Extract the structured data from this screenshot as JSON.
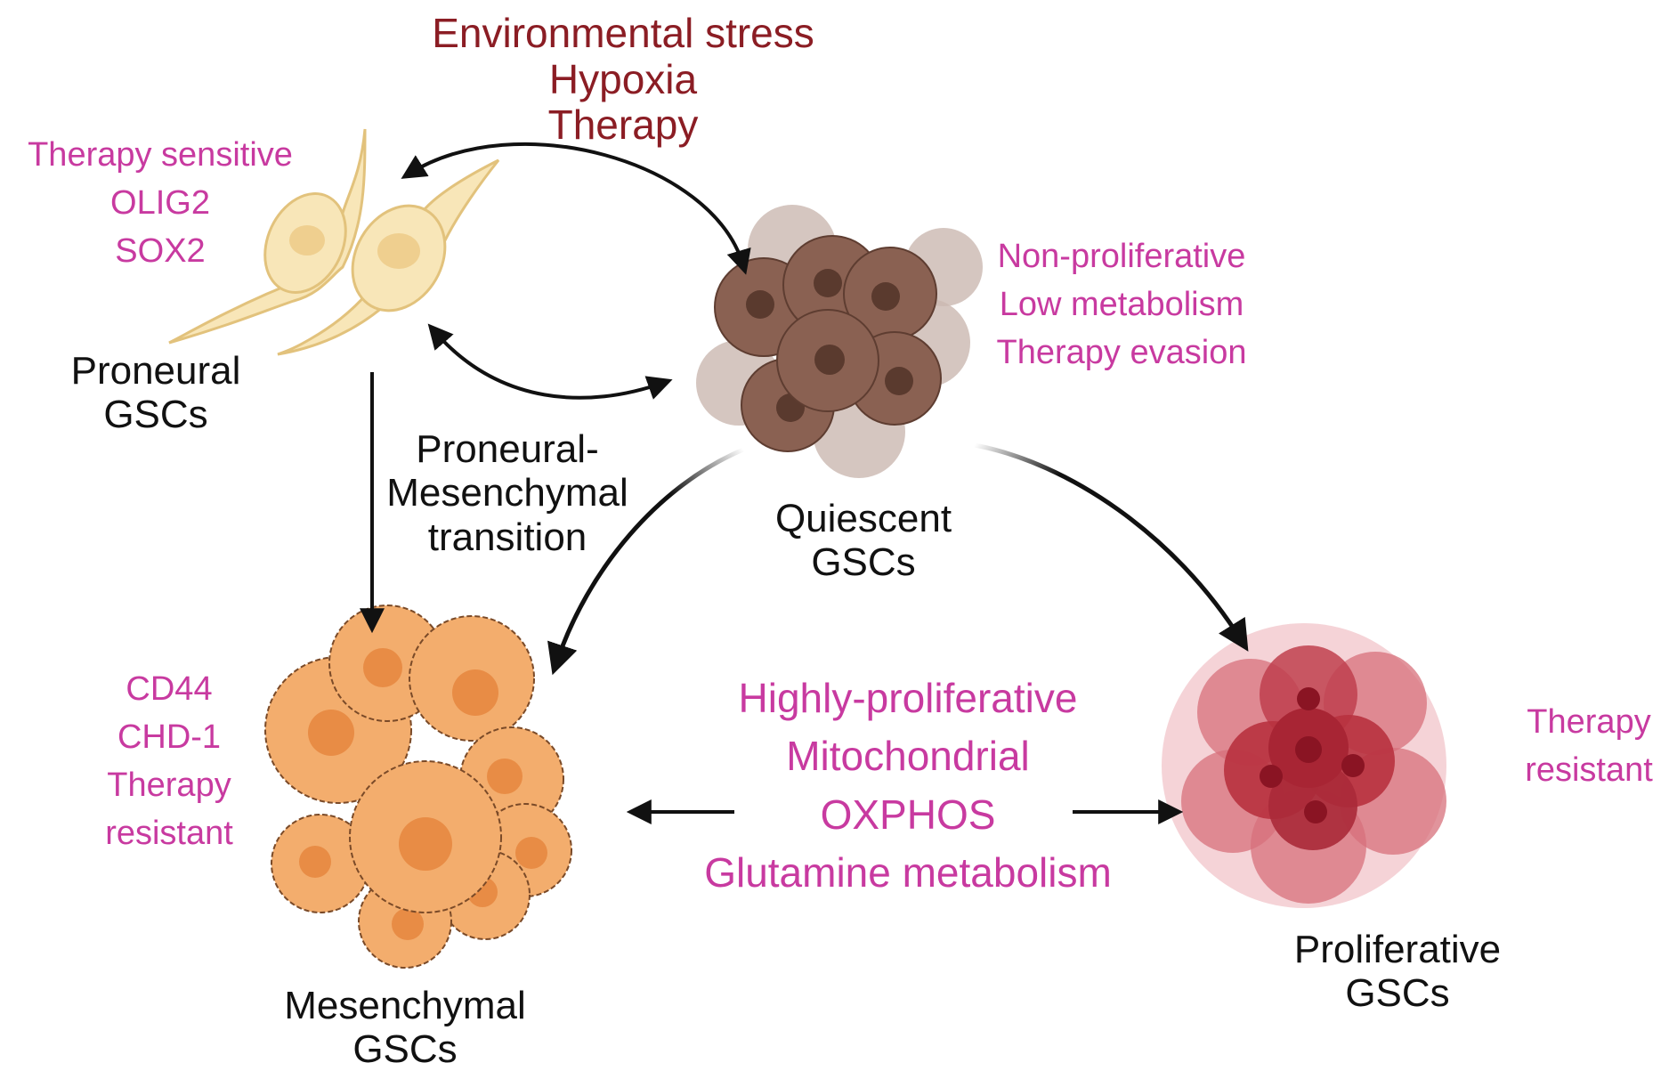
{
  "stressors": [
    "Environmental stress",
    "Hypoxia",
    "Therapy"
  ],
  "nodes": {
    "proneural": {
      "name": [
        "Proneural",
        "GSCs"
      ],
      "traits": [
        "Therapy sensitive",
        "OLIG2",
        "SOX2"
      ]
    },
    "quiescent": {
      "name": [
        "Quiescent",
        "GSCs"
      ],
      "traits": [
        "Non-proliferative",
        "Low metabolism",
        "Therapy evasion"
      ]
    },
    "mesenchymal": {
      "name": [
        "Mesenchymal",
        "GSCs"
      ],
      "traits": [
        "CD44",
        "CHD-1",
        "Therapy",
        "resistant"
      ]
    },
    "proliferative": {
      "name": [
        "Proliferative",
        "GSCs"
      ],
      "traits": [
        "Therapy",
        "resistant"
      ]
    }
  },
  "transition_label": [
    "Proneural-",
    "Mesenchymal",
    "transition"
  ],
  "shared_traits": [
    "Highly-proliferative",
    "Mitochondrial",
    "OXPHOS",
    "Glutamine metabolism"
  ],
  "colors": {
    "stress_text": "#8b1d24",
    "trait_text": "#c83aa0",
    "label_text": "#111111",
    "proneural_cell": "#f8e6b8",
    "quiescent_cell": "#8a6152",
    "mesenchymal_cell": "#f3ad6d",
    "proliferative_cell": "#b8323f"
  }
}
